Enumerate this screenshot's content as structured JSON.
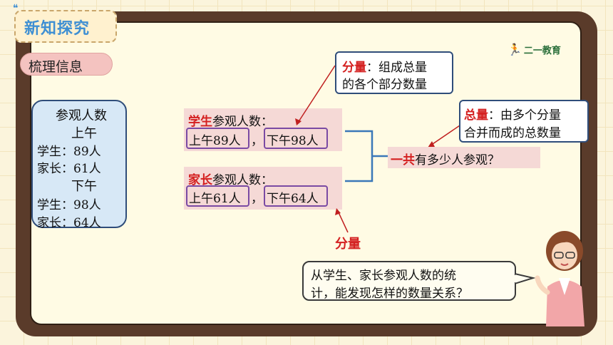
{
  "header": {
    "title": "新知探究"
  },
  "section": {
    "label": "梳理信息"
  },
  "logo": {
    "text": "二一教育"
  },
  "info_box": {
    "title": "参观人数",
    "morning": "上午",
    "morning_student": "学生：89人",
    "morning_parent": "家长：61人",
    "afternoon": "下午",
    "afternoon_student": "学生：98人",
    "afternoon_parent": "家长：64人"
  },
  "group_student": {
    "who": "学生",
    "suffix": "参观人数：",
    "am": "上午89人",
    "comma": "，",
    "pm": "下午98人"
  },
  "group_parent": {
    "who": "家长",
    "suffix": "参观人数：",
    "am": "上午61人",
    "comma": "，",
    "pm": "下午64人"
  },
  "question": {
    "emph": "一共",
    "rest": "有多少人参观？"
  },
  "note_part": {
    "term": "分量",
    "line1_rest": "：组成总量",
    "line2": "的各个部分数量"
  },
  "note_total": {
    "term": "总量",
    "line1_rest": "：由多个分量",
    "line2": "合并而成的总数量"
  },
  "part_label": "分量",
  "speech": {
    "line1": "从学生、家长参观人数的统",
    "line2": "计，能发现怎样的数量关系？"
  },
  "colors": {
    "red": "#d42020",
    "blue": "#3e8fd3",
    "board": "#5a3b2a"
  }
}
